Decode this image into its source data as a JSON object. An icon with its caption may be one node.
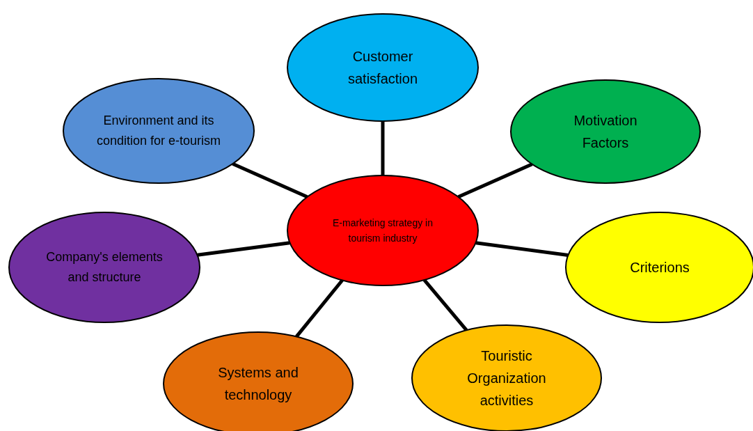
{
  "diagram": {
    "nodes": [
      {
        "text": [
          "E-marketing strategy in tourism industry"
        ]
      },
      {
        "text": [
          "Customer satisfaction"
        ]
      },
      {
        "text": [
          "Environment and its condition for e-tourism"
        ]
      },
      {
        "text": [
          "Motivation Factors"
        ]
      },
      {
        "text": [
          "Company's elements and structure"
        ]
      },
      {
        "text": [
          "Criterions"
        ]
      },
      {
        "text": [
          "Systems and technology"
        ]
      },
      {
        "text": [
          "Touristic Organization activities"
        ]
      }
    ],
    "edges": [
      {
        "from": 0,
        "to": 1,
        "arrow": "none"
      },
      {
        "from": 0,
        "to": 2,
        "arrow": "none"
      },
      {
        "from": 0,
        "to": 3,
        "arrow": "none"
      },
      {
        "from": 0,
        "to": 4,
        "arrow": "none"
      },
      {
        "from": 0,
        "to": 5,
        "arrow": "none"
      },
      {
        "from": 0,
        "to": 6,
        "arrow": "none"
      },
      {
        "from": 0,
        "to": 7,
        "arrow": "none"
      }
    ]
  }
}
